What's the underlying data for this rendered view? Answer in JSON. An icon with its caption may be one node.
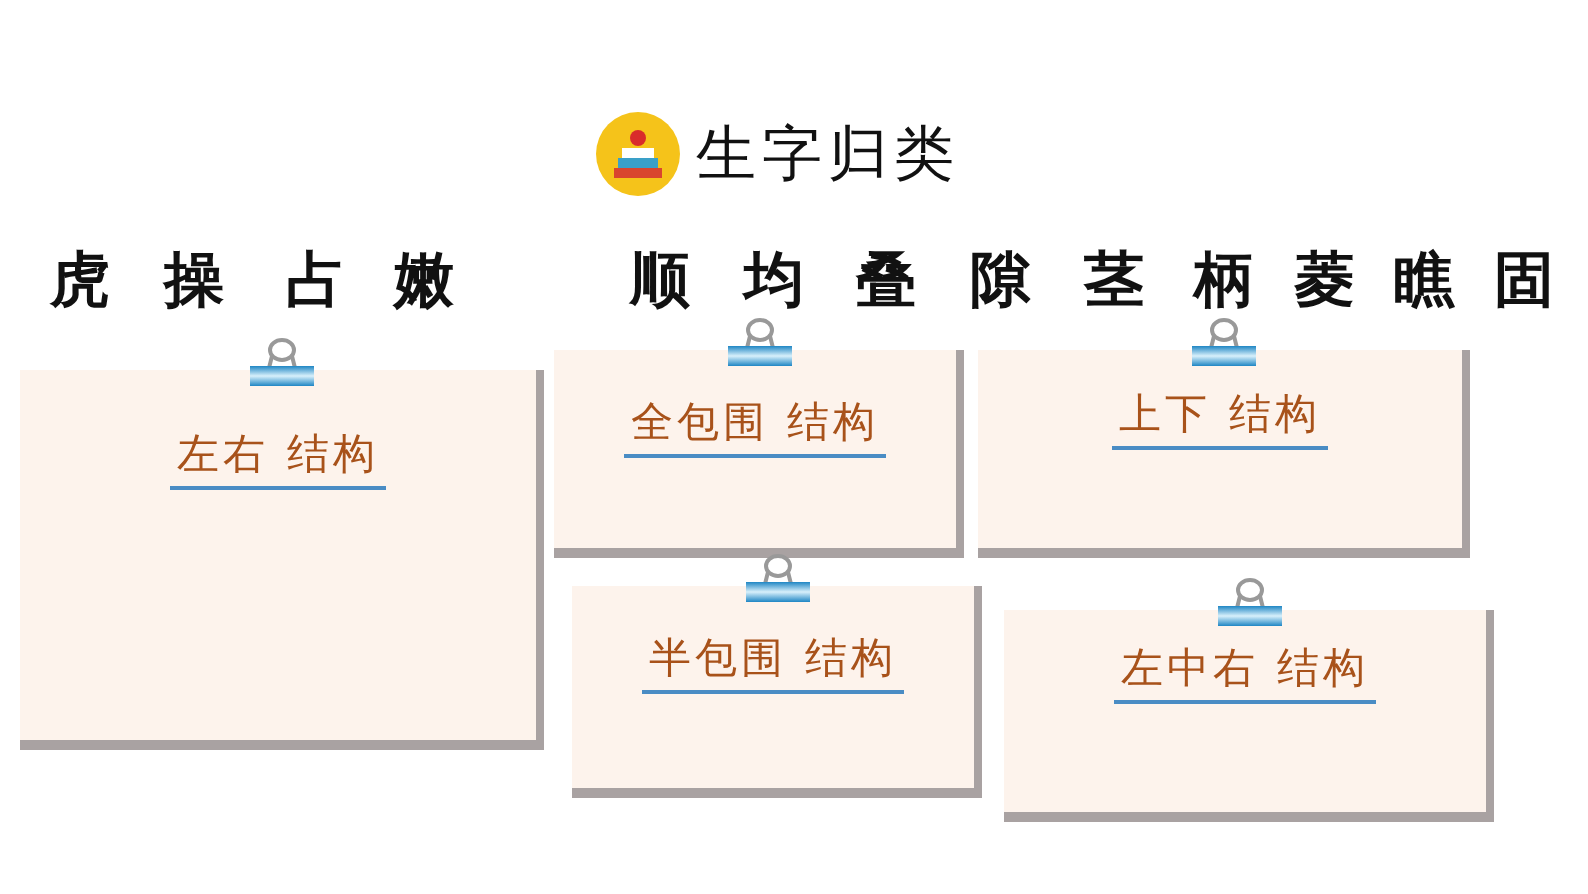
{
  "diagram": {
    "title": "生字归类",
    "nodes": [
      {
        "text": [
          "左右 结构"
        ]
      },
      {
        "text": [
          "全包围 结构"
        ]
      },
      {
        "text": [
          "上下 结构"
        ]
      },
      {
        "text": [
          "半包围 结构"
        ]
      },
      {
        "text": [
          "左中右 结构"
        ]
      }
    ],
    "labels": [
      "虎",
      "操",
      "占",
      "嫩",
      "顺",
      "均",
      "叠",
      "隙",
      "茎",
      "柄",
      "菱",
      "瞧",
      "固"
    ]
  }
}
